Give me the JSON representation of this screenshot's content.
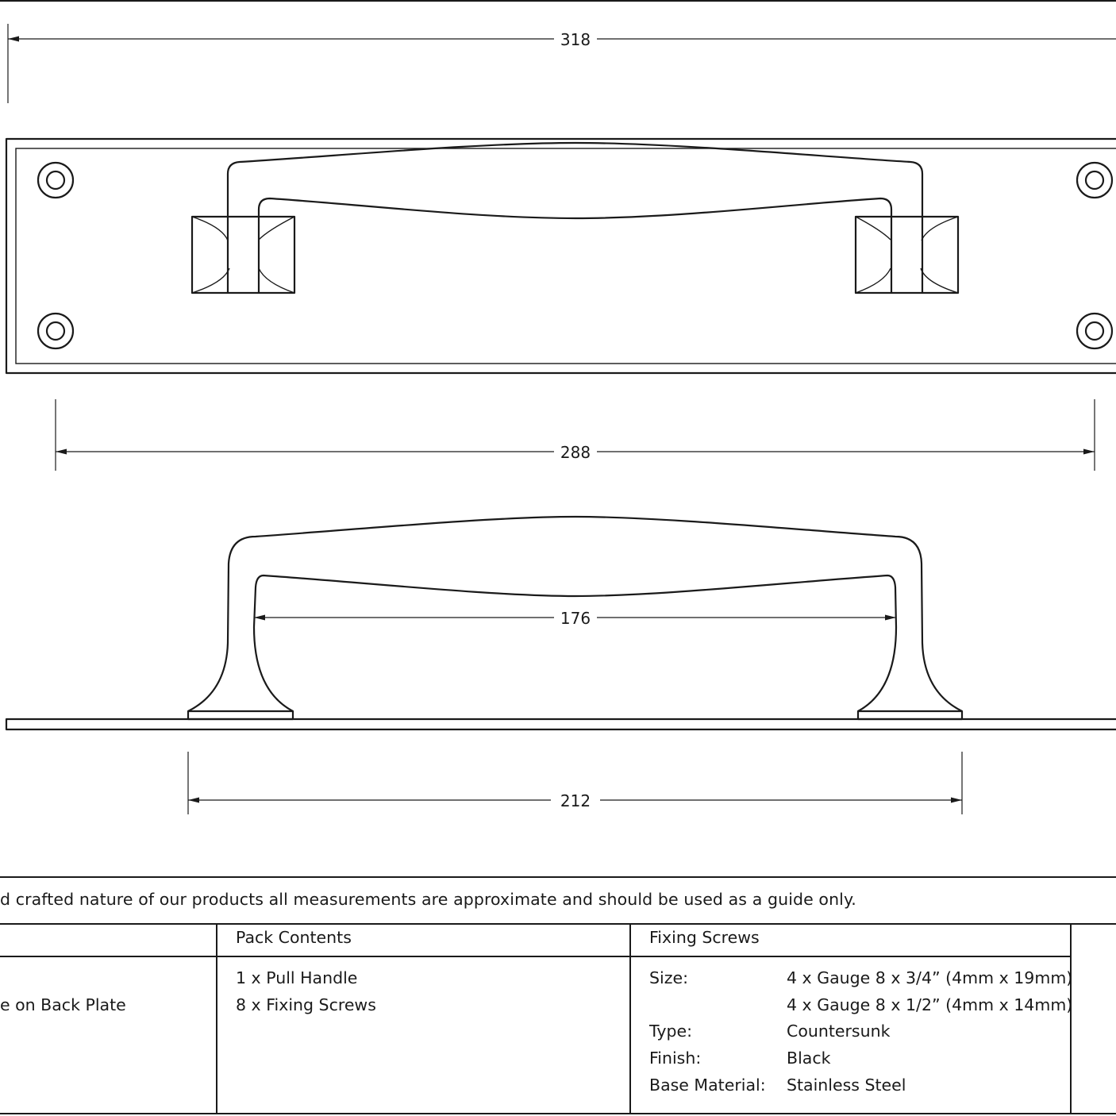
{
  "dimensions": {
    "overall_width": "318",
    "fixing_centres": "288",
    "handle_centres": "176",
    "handle_base_length": "212"
  },
  "note": "d crafted nature of our products all measurements are approximate and should be used as a guide only.",
  "table": {
    "col1": {
      "header": "",
      "rows": [
        "e on Back Plate"
      ]
    },
    "pack_contents": {
      "header": "Pack Contents",
      "items": [
        "1 x Pull Handle",
        "8 x Fixing Screws"
      ]
    },
    "fixing_screws": {
      "header": "Fixing Screws",
      "size_label": "Size:",
      "size_values": [
        "4 x Gauge 8 x 3/4” (4mm x 19mm)",
        "4 x Gauge 8 x 1/2” (4mm x 14mm)"
      ],
      "type_label": "Type:",
      "type_value": "Countersunk",
      "finish_label": "Finish:",
      "finish_value": "Black",
      "material_label": "Base Material:",
      "material_value": "Stainless Steel"
    }
  }
}
